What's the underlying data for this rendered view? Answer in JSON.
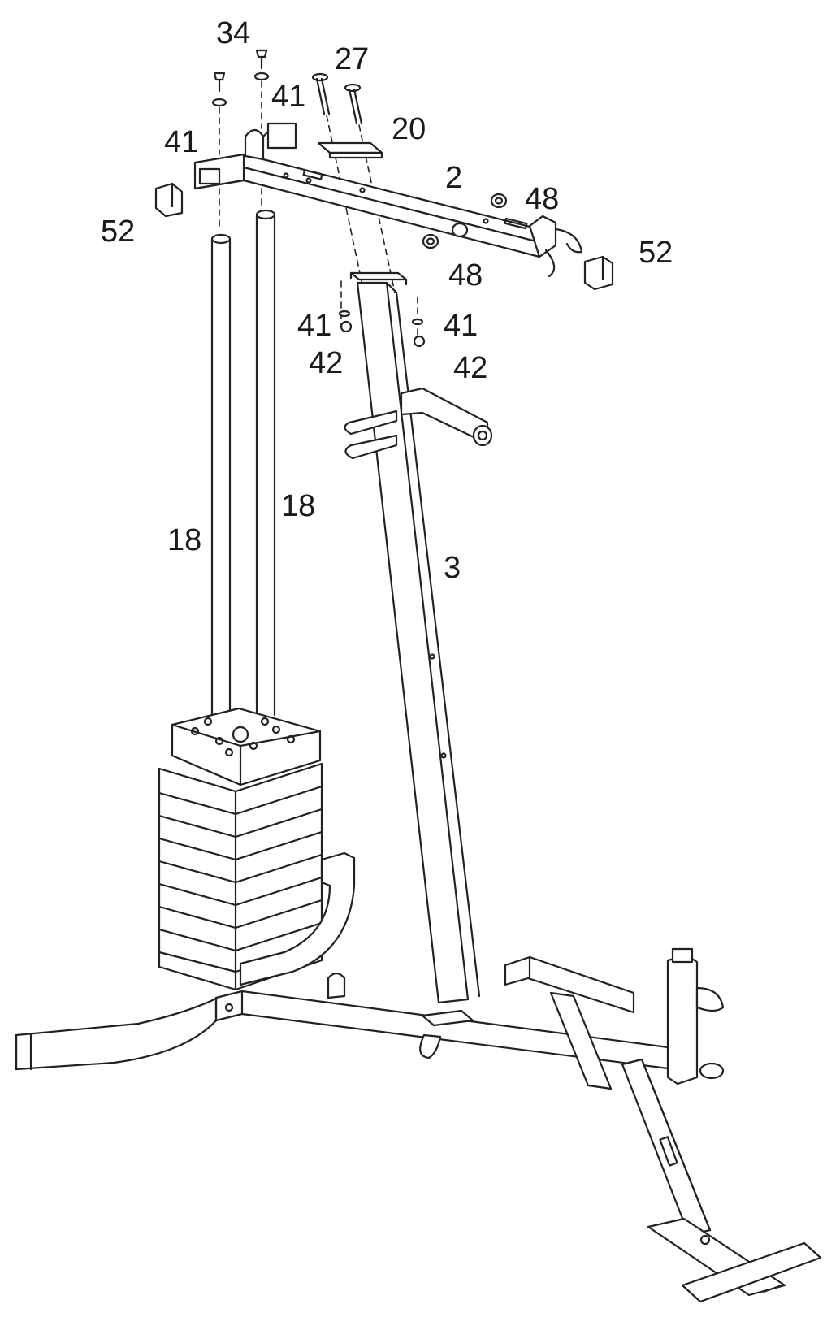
{
  "labels": {
    "34": "34",
    "27": "27",
    "41_top_left": "41",
    "41_top": "41",
    "20": "20",
    "2": "2",
    "48_right": "48",
    "48_mid": "48",
    "52_left": "52",
    "52_right": "52",
    "41_mid_left": "41",
    "41_mid_right": "41",
    "42_left": "42",
    "42_right": "42",
    "18_left": "18",
    "18_right": "18",
    "3": "3"
  }
}
